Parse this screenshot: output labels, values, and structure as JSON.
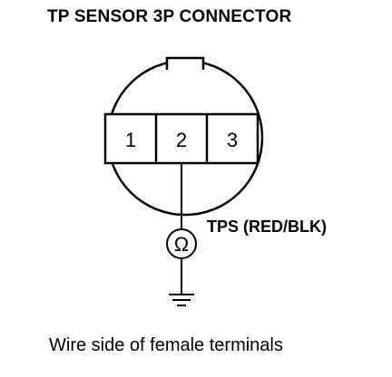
{
  "title": "TP SENSOR 3P CONNECTOR",
  "connector": {
    "pins": [
      "1",
      "2",
      "3"
    ]
  },
  "meter": {
    "symbol": "Ω",
    "label": "TPS (RED/BLK)"
  },
  "ground_icon": "ground-symbol",
  "caption": "Wire side of female terminals"
}
